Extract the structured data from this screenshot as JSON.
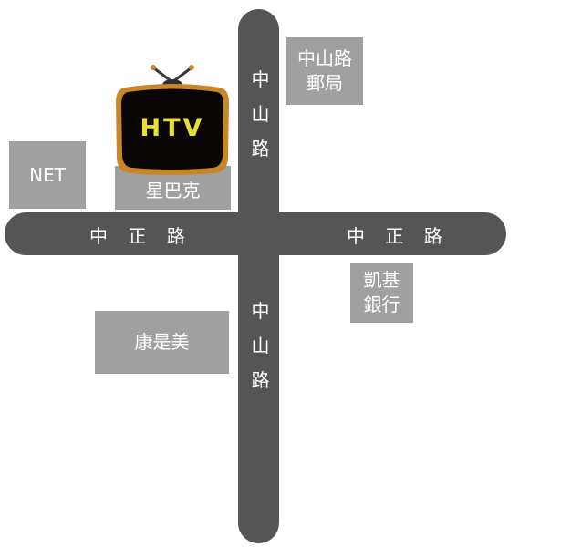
{
  "map": {
    "roads": {
      "zhongshan_north": [
        "中",
        "山",
        "路"
      ],
      "zhongshan_south": [
        "中",
        "山",
        "路"
      ],
      "zhongzheng_west": [
        "中",
        "正",
        "路"
      ],
      "zhongzheng_east": [
        "中",
        "正",
        "路"
      ]
    },
    "pois": {
      "post_office": {
        "line1": "中山路",
        "line2": "郵局"
      },
      "net": {
        "label": "NET"
      },
      "starbucks": {
        "label": "星巴克"
      },
      "kgi_bank": {
        "line1": "凱基",
        "line2": "銀行"
      },
      "cosmed": {
        "label": "康是美"
      }
    },
    "tv_logo": {
      "text": "HTV",
      "text_color": "#e8e030",
      "frame_color": "#c8862a",
      "screen_color": "#0a0606"
    },
    "colors": {
      "road": "#555555",
      "poi_box": "#a0a0a0",
      "label": "#ffffff"
    }
  }
}
